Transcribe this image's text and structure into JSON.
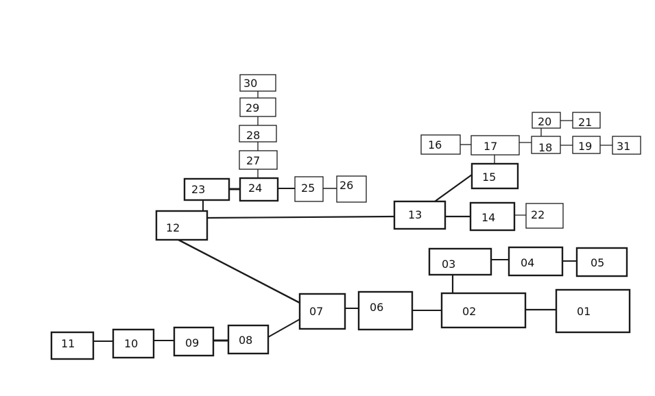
{
  "diagram": {
    "type": "block-diagram",
    "nodes": [
      {
        "id": "01",
        "label": "01"
      },
      {
        "id": "02",
        "label": "02"
      },
      {
        "id": "03",
        "label": "03"
      },
      {
        "id": "04",
        "label": "04"
      },
      {
        "id": "05",
        "label": "05"
      },
      {
        "id": "06",
        "label": "06"
      },
      {
        "id": "07",
        "label": "07"
      },
      {
        "id": "08",
        "label": "08"
      },
      {
        "id": "09",
        "label": "09"
      },
      {
        "id": "10",
        "label": "10"
      },
      {
        "id": "11",
        "label": "11"
      },
      {
        "id": "12",
        "label": "12"
      },
      {
        "id": "13",
        "label": "13"
      },
      {
        "id": "14",
        "label": "14"
      },
      {
        "id": "15",
        "label": "15"
      },
      {
        "id": "16",
        "label": "16"
      },
      {
        "id": "17",
        "label": "17"
      },
      {
        "id": "18",
        "label": "18"
      },
      {
        "id": "19",
        "label": "19"
      },
      {
        "id": "20",
        "label": "20"
      },
      {
        "id": "21",
        "label": "21"
      },
      {
        "id": "22",
        "label": "22"
      },
      {
        "id": "23",
        "label": "23"
      },
      {
        "id": "24",
        "label": "24"
      },
      {
        "id": "25",
        "label": "25"
      },
      {
        "id": "26",
        "label": "26"
      },
      {
        "id": "27",
        "label": "27"
      },
      {
        "id": "28",
        "label": "28"
      },
      {
        "id": "29",
        "label": "29"
      },
      {
        "id": "30",
        "label": "30"
      },
      {
        "id": "31",
        "label": "31"
      }
    ],
    "edges": [
      [
        "01",
        "02"
      ],
      [
        "02",
        "03"
      ],
      [
        "03",
        "04"
      ],
      [
        "04",
        "05"
      ],
      [
        "02",
        "06"
      ],
      [
        "06",
        "07"
      ],
      [
        "07",
        "08"
      ],
      [
        "08",
        "09"
      ],
      [
        "09",
        "10"
      ],
      [
        "10",
        "11"
      ],
      [
        "07",
        "12"
      ],
      [
        "12",
        "13"
      ],
      [
        "12",
        "23"
      ],
      [
        "23",
        "24"
      ],
      [
        "24",
        "25"
      ],
      [
        "25",
        "26"
      ],
      [
        "24",
        "27"
      ],
      [
        "27",
        "28"
      ],
      [
        "28",
        "29"
      ],
      [
        "29",
        "30"
      ],
      [
        "13",
        "14"
      ],
      [
        "14",
        "22"
      ],
      [
        "13",
        "15"
      ],
      [
        "15",
        "17"
      ],
      [
        "16",
        "17"
      ],
      [
        "17",
        "18"
      ],
      [
        "18",
        "20"
      ],
      [
        "20",
        "21"
      ],
      [
        "18",
        "19"
      ],
      [
        "19",
        "31"
      ]
    ]
  }
}
